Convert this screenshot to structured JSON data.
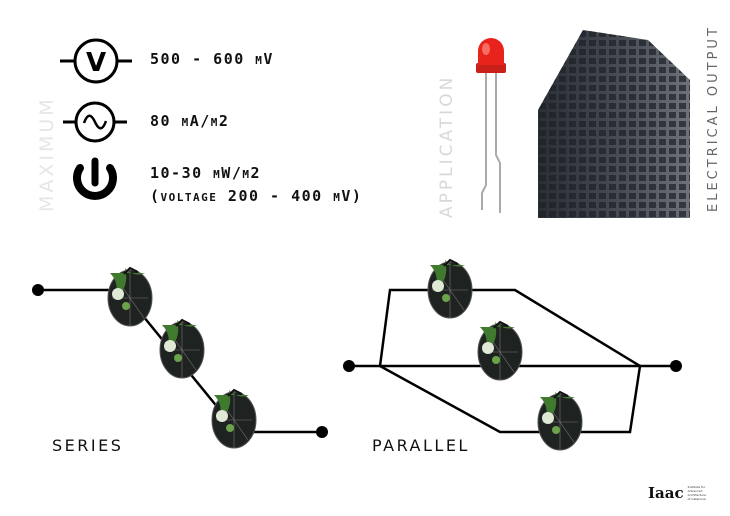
{
  "headers": {
    "maximum": "MAXIMUM",
    "application": "APPLICATION",
    "electrical_output": "ELECTRICAL OUTPUT"
  },
  "specs": {
    "voltage": "500 - 600 mV",
    "current": "80 mA/m2",
    "power": "10-30 mW/m2",
    "power_note": "(voltage 200 - 400 mV)"
  },
  "icons": {
    "voltage_symbol": "V"
  },
  "diagrams": {
    "series": "SERIES",
    "parallel": "PARALLEL"
  },
  "logo": {
    "name": "Iaac",
    "subtitle": "Institute for Advanced Architecture of Catalonia"
  },
  "colors": {
    "led": "#e8231c",
    "building": "#3c4048",
    "cell_green": "#3f7a2e"
  }
}
